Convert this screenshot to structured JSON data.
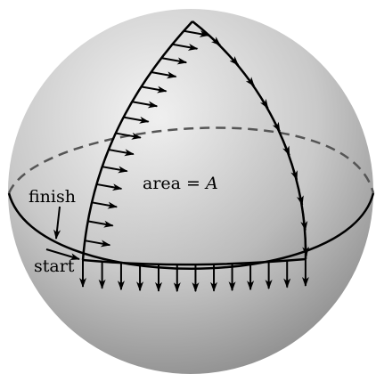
{
  "labels": {
    "finish": "finish",
    "start": "start",
    "area_text": "area = ",
    "area_symbol": "A"
  },
  "colors": {
    "sphere_light": "#f4f4f4",
    "sphere_dark": "#8a8a8a",
    "equator_back": "#555555",
    "edge": "#000000",
    "arrow": "#000000"
  }
}
